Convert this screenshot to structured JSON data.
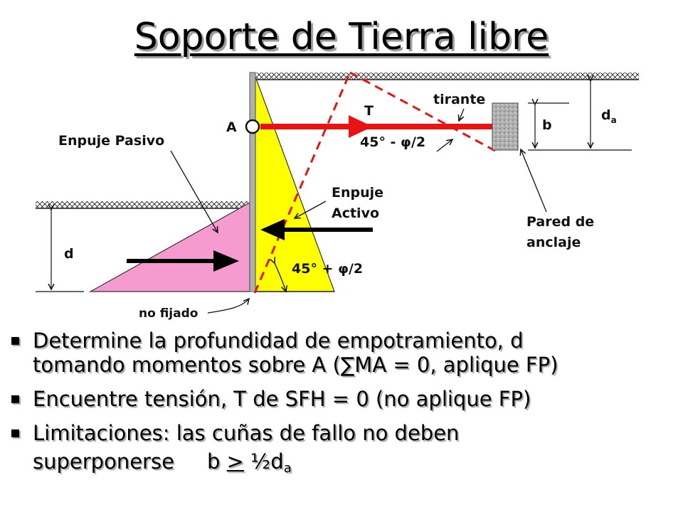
{
  "title": "Soporte de Tierra libre",
  "labels": {
    "A": "A",
    "T": "T",
    "tirante": "tirante",
    "b": "b",
    "d_a_main": "d",
    "d_a_sub": "a",
    "enpuje_pasivo": "Enpuje Pasivo",
    "angle_top": "45° - φ/2",
    "enpuje_activo_1": "Enpuje",
    "enpuje_activo_2": "Activo",
    "pared_1": "Pared de",
    "pared_2": "anclaje",
    "d": "d",
    "angle_bottom": "45° + φ/2",
    "no_fijado": "no fijado"
  },
  "bullets": {
    "b1_line1": "Determine la profundidad de empotramiento, d",
    "b1_line2": "tomando momentos sobre A (∑MA = 0, aplique FP)",
    "b2": "Encuentre tensión, T de SFH = 0 (no aplique FP)",
    "b3_line1": "Limitaciones: las cuñas de fallo no deben",
    "b3_line2a": "superponerse     b ",
    "b3_geq": ">",
    "b3_line2b": " ½d",
    "b3_sub": "a",
    "marker": "▪"
  },
  "colors": {
    "active_wedge": "#ffff00",
    "passive_wedge": "#f59bd0",
    "tie_rod": "#e81414",
    "failure_line": "#e81414",
    "anchor_wall": "#a0a0a0",
    "sheet_pile": "#b0b0b0"
  }
}
